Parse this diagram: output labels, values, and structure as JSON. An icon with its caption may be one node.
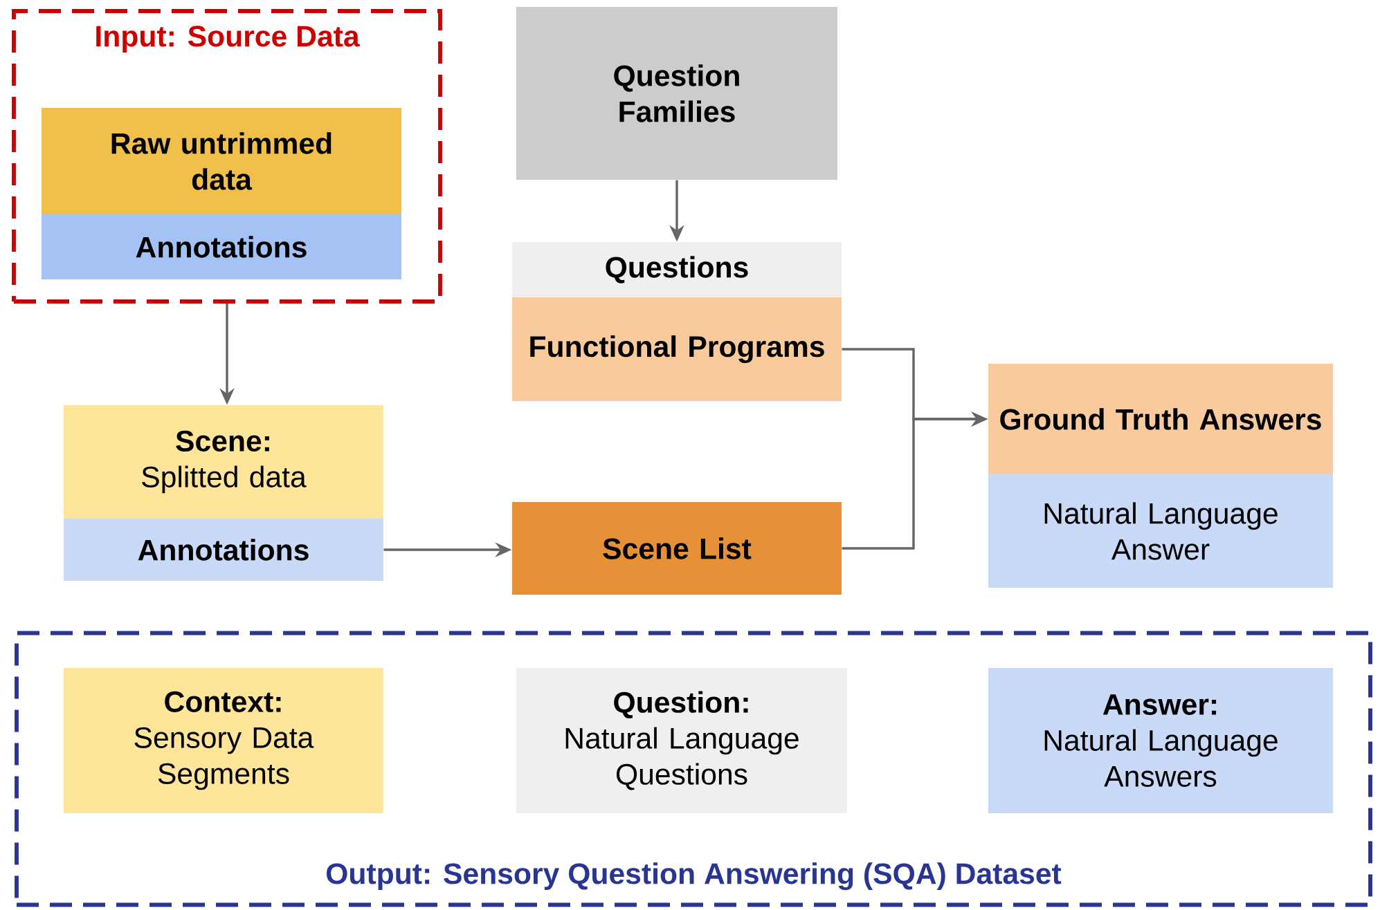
{
  "diagram": {
    "nodes": [
      {
        "text": [
          "Input: Source Data"
        ]
      },
      {
        "text": [
          "Raw untrimmed data"
        ],
        "in": 0
      },
      {
        "text": [
          "Annotations"
        ],
        "in": 0
      },
      {
        "text": [
          "Question Families"
        ]
      },
      {
        "text": [
          "Questions"
        ]
      },
      {
        "text": [
          "Functional Programs"
        ]
      },
      {
        "text": [
          "Scene:",
          "Splitted data"
        ]
      },
      {
        "text": [
          "Annotations"
        ]
      },
      {
        "text": [
          "Scene List"
        ]
      },
      {
        "text": [
          "Ground Truth Answers"
        ]
      },
      {
        "text": [
          "Natural Language Answer"
        ]
      },
      {
        "text": [
          "Output: Sensory Question Answering (SQA) Dataset"
        ]
      },
      {
        "text": [
          "Context:",
          "Sensory Data Segments"
        ],
        "in": 11
      },
      {
        "text": [
          "Question:",
          "Natural Language Questions"
        ],
        "in": 11
      },
      {
        "text": [
          "Answer:",
          "Natural Language Answers"
        ],
        "in": 11
      }
    ],
    "edges": [
      {
        "from": 0,
        "to": 6,
        "arrow": "to"
      },
      {
        "from": 3,
        "to": 4,
        "arrow": "to"
      },
      {
        "from": 7,
        "to": 8,
        "arrow": "to"
      },
      {
        "from": 5,
        "to": 9,
        "arrow": "to"
      },
      {
        "from": 8,
        "to": 9,
        "arrow": "to"
      }
    ]
  }
}
